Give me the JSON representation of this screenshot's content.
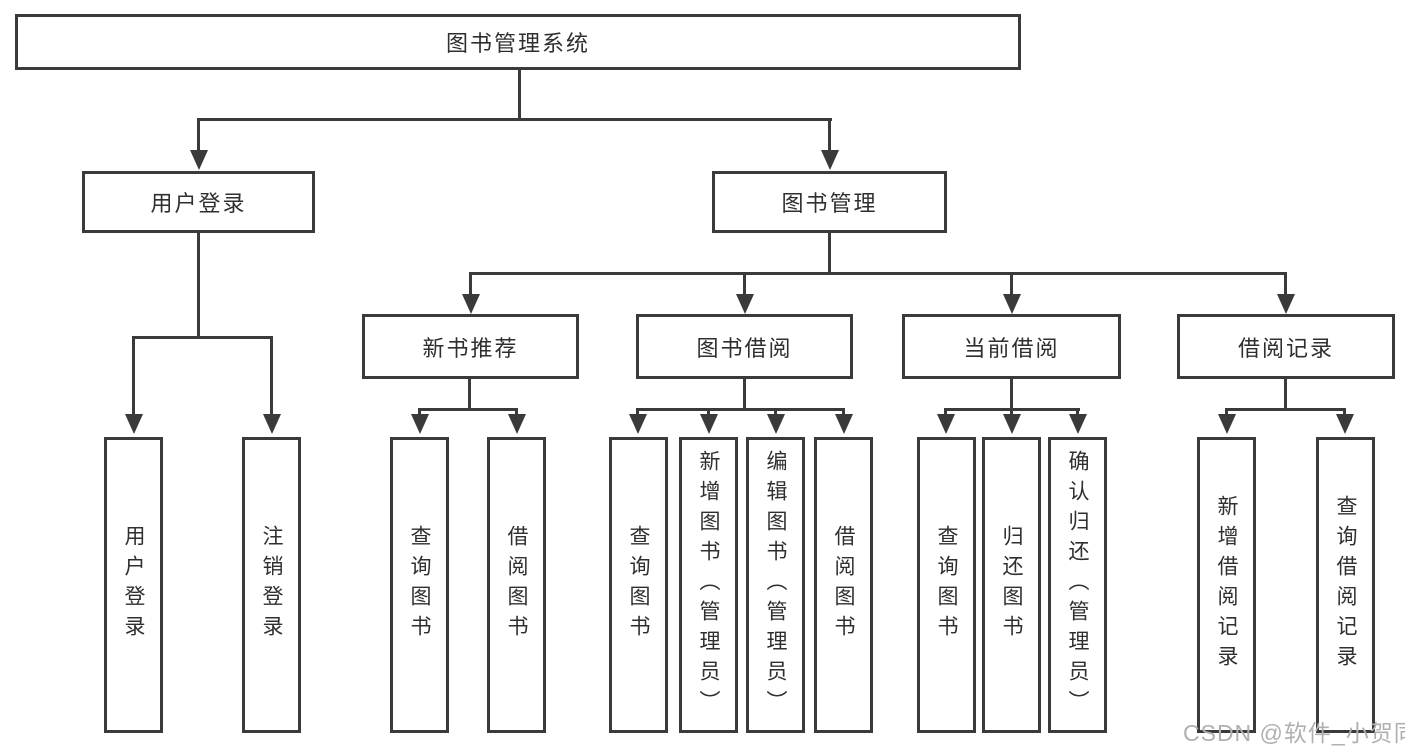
{
  "diagram": {
    "root": {
      "label": "图书管理系统"
    },
    "level2": [
      {
        "label": "用户登录"
      },
      {
        "label": "图书管理"
      }
    ],
    "level3": [
      {
        "label": "新书推荐"
      },
      {
        "label": "图书借阅"
      },
      {
        "label": "当前借阅"
      },
      {
        "label": "借阅记录"
      }
    ],
    "leaves": {
      "user_login": [
        {
          "label": "用户登录"
        },
        {
          "label": "注销登录"
        }
      ],
      "new_book_recommend": [
        {
          "label": "查询图书"
        },
        {
          "label": "借阅图书"
        }
      ],
      "book_borrow": [
        {
          "label": "查询图书"
        },
        {
          "label": "新增图书（管理员）"
        },
        {
          "label": "编辑图书（管理员）"
        },
        {
          "label": "借阅图书"
        }
      ],
      "current_borrow": [
        {
          "label": "查询图书"
        },
        {
          "label": "归还图书"
        },
        {
          "label": "确认归还（管理员）"
        }
      ],
      "borrow_records": [
        {
          "label": "新增借阅记录"
        },
        {
          "label": "查询借阅记录"
        }
      ]
    }
  },
  "watermark": {
    "text": "CSDN @软件_小贺同学"
  },
  "colors": {
    "line": "#3a3a3a",
    "text": "#2f2f2f",
    "watermark": "#b0b0b0",
    "background": "#ffffff"
  }
}
